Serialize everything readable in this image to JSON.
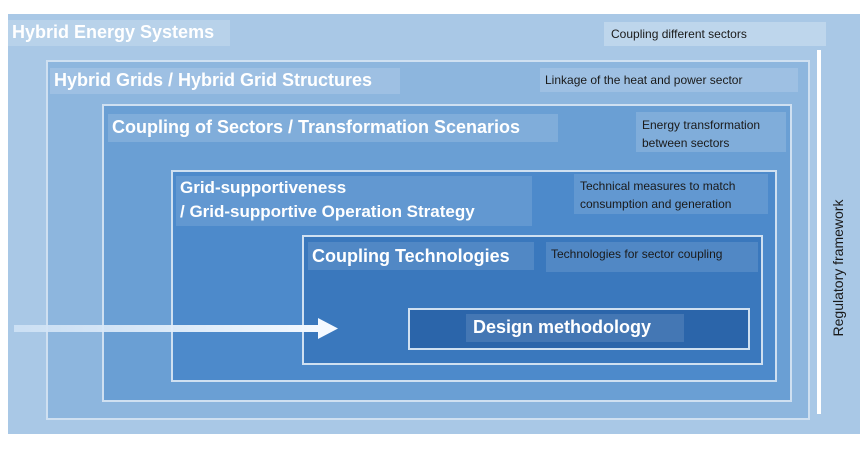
{
  "levels": [
    {
      "title": "Hybrid Energy Systems",
      "note": "Coupling different sectors"
    },
    {
      "title": "Hybrid Grids / Hybrid Grid Structures",
      "note": "Linkage of the heat and power sector"
    },
    {
      "title": "Coupling of Sectors / Transformation Scenarios",
      "note_lines": [
        "Energy transformation",
        "between sectors"
      ]
    },
    {
      "title_lines": [
        "Grid-supportiveness",
        "/ Grid-supportive Operation Strategy"
      ],
      "note_lines": [
        "Technical measures to match",
        "consumption and generation"
      ]
    },
    {
      "title": "Coupling Technologies",
      "note": "Technologies for sector coupling"
    },
    {
      "title": "Design methodology"
    }
  ],
  "side_label": "Regulatory framework",
  "colors": {
    "level0": "#a9c8e6",
    "level1": "#8db6de",
    "level2": "#6a9fd4",
    "level3": "#4d8acb",
    "level4": "#3a78bd",
    "level5": "#2b65aa",
    "border": "#cfe0f1",
    "text_pad": "rgba(255,255,255,0.18)"
  }
}
